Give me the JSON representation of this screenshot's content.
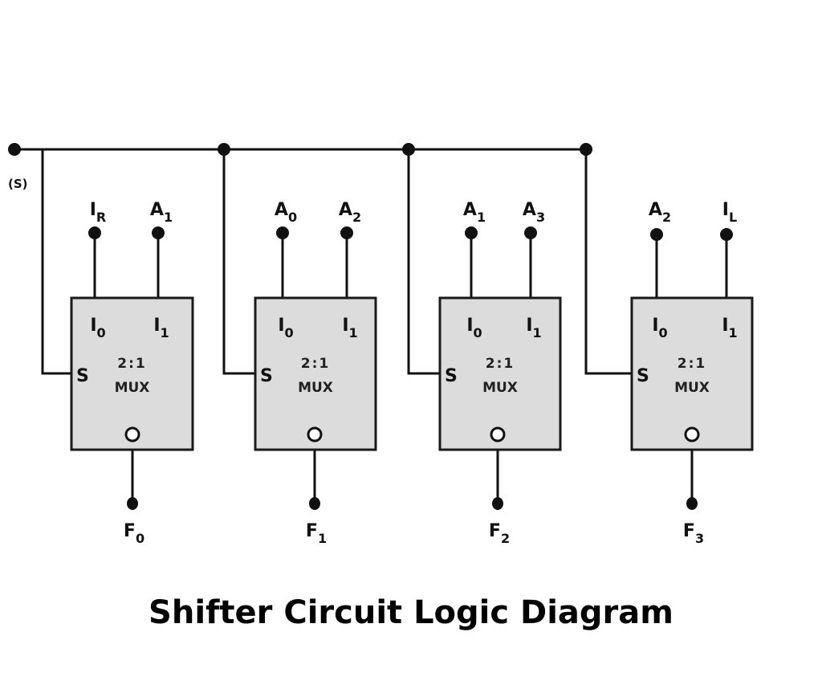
{
  "title": "Shifter Circuit Logic Diagram",
  "select": {
    "label": "(S)"
  },
  "colors": {
    "wire": "#111111",
    "box_fill": "#dcdcdc",
    "box_stroke": "#1a1a1a",
    "background": "#ffffff"
  },
  "muxes": [
    {
      "type_line1": "2:1",
      "type_line2": "MUX",
      "select_pin": "S",
      "pin_i0": {
        "main": "I",
        "sub": "0"
      },
      "pin_i1": {
        "main": "I",
        "sub": "1"
      },
      "input0": {
        "main": "I",
        "sub": "R"
      },
      "input1": {
        "main": "A",
        "sub": "1"
      },
      "output": {
        "main": "F",
        "sub": "0"
      }
    },
    {
      "type_line1": "2:1",
      "type_line2": "MUX",
      "select_pin": "S",
      "pin_i0": {
        "main": "I",
        "sub": "0"
      },
      "pin_i1": {
        "main": "I",
        "sub": "1"
      },
      "input0": {
        "main": "A",
        "sub": "0"
      },
      "input1": {
        "main": "A",
        "sub": "2"
      },
      "output": {
        "main": "F",
        "sub": "1"
      }
    },
    {
      "type_line1": "2:1",
      "type_line2": "MUX",
      "select_pin": "S",
      "pin_i0": {
        "main": "I",
        "sub": "0"
      },
      "pin_i1": {
        "main": "I",
        "sub": "1"
      },
      "input0": {
        "main": "A",
        "sub": "1"
      },
      "input1": {
        "main": "A",
        "sub": "3"
      },
      "output": {
        "main": "F",
        "sub": "2"
      }
    },
    {
      "type_line1": "2:1",
      "type_line2": "MUX",
      "select_pin": "S",
      "pin_i0": {
        "main": "I",
        "sub": "0"
      },
      "pin_i1": {
        "main": "I",
        "sub": "1"
      },
      "input0": {
        "main": "A",
        "sub": "2"
      },
      "input1": {
        "main": "I",
        "sub": "L"
      },
      "output": {
        "main": "F",
        "sub": "3"
      }
    }
  ]
}
